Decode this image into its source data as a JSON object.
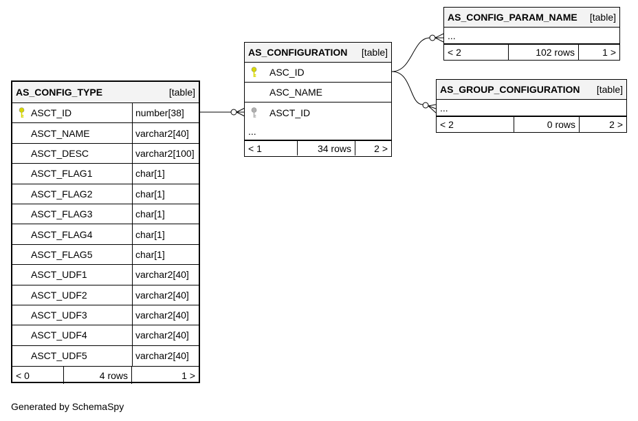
{
  "tables": {
    "as_config_type": {
      "name": "AS_CONFIG_TYPE",
      "kind": "[table]",
      "columns": [
        {
          "name": "ASCT_ID",
          "type": "number[38]",
          "key": "primary"
        },
        {
          "name": "ASCT_NAME",
          "type": "varchar2[40]",
          "key": "none"
        },
        {
          "name": "ASCT_DESC",
          "type": "varchar2[100]",
          "key": "none"
        },
        {
          "name": "ASCT_FLAG1",
          "type": "char[1]",
          "key": "none"
        },
        {
          "name": "ASCT_FLAG2",
          "type": "char[1]",
          "key": "none"
        },
        {
          "name": "ASCT_FLAG3",
          "type": "char[1]",
          "key": "none"
        },
        {
          "name": "ASCT_FLAG4",
          "type": "char[1]",
          "key": "none"
        },
        {
          "name": "ASCT_FLAG5",
          "type": "char[1]",
          "key": "none"
        },
        {
          "name": "ASCT_UDF1",
          "type": "varchar2[40]",
          "key": "none"
        },
        {
          "name": "ASCT_UDF2",
          "type": "varchar2[40]",
          "key": "none"
        },
        {
          "name": "ASCT_UDF3",
          "type": "varchar2[40]",
          "key": "none"
        },
        {
          "name": "ASCT_UDF4",
          "type": "varchar2[40]",
          "key": "none"
        },
        {
          "name": "ASCT_UDF5",
          "type": "varchar2[40]",
          "key": "none"
        }
      ],
      "footer": {
        "parents": "< 0",
        "rows": "4 rows",
        "children": "1 >"
      }
    },
    "as_configuration": {
      "name": "AS_CONFIGURATION",
      "kind": "[table]",
      "columns": [
        {
          "name": "ASC_ID",
          "key": "primary"
        },
        {
          "name": "ASC_NAME",
          "key": "none"
        },
        {
          "name": "ASCT_ID",
          "key": "foreign"
        }
      ],
      "ellipsis": "...",
      "footer": {
        "parents": "< 1",
        "rows": "34 rows",
        "children": "2 >"
      }
    },
    "as_config_param_name": {
      "name": "AS_CONFIG_PARAM_NAME",
      "kind": "[table]",
      "ellipsis": "...",
      "footer": {
        "parents": "< 2",
        "rows": "102 rows",
        "children": "1 >"
      }
    },
    "as_group_configuration": {
      "name": "AS_GROUP_CONFIGURATION",
      "kind": "[table]",
      "ellipsis": "...",
      "footer": {
        "parents": "< 2",
        "rows": "0 rows",
        "children": "2 >"
      }
    }
  },
  "footer_text": "Generated by SchemaSpy",
  "colors": {
    "primary_key": "#d8d800",
    "foreign_key": "#b0b0b0",
    "header_bg": "#f3f3f3"
  }
}
